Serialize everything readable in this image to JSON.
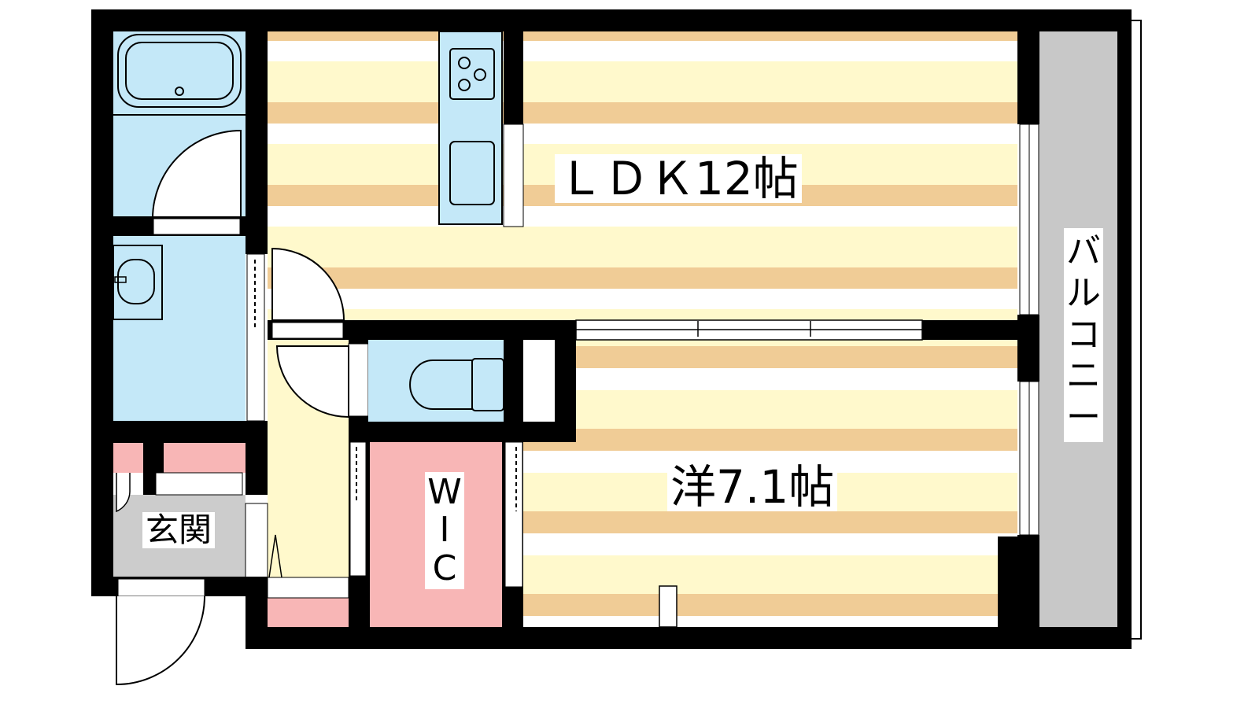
{
  "rooms": {
    "ldk": "ＬＤＫ12帖",
    "bedroom": "洋7.1帖",
    "entrance": "玄関",
    "wic": "W\nI\nC",
    "balcony": "バ\nル\nコ\nニ\nー"
  },
  "colors": {
    "wall": "#000000",
    "floor_yellow": "#fff9cc",
    "floor_tan": "#f0cc96",
    "wet_area": "#c4e8f8",
    "storage": "#f8b6b6",
    "entrance": "#cccccc",
    "balcony": "#c8c8c8"
  }
}
